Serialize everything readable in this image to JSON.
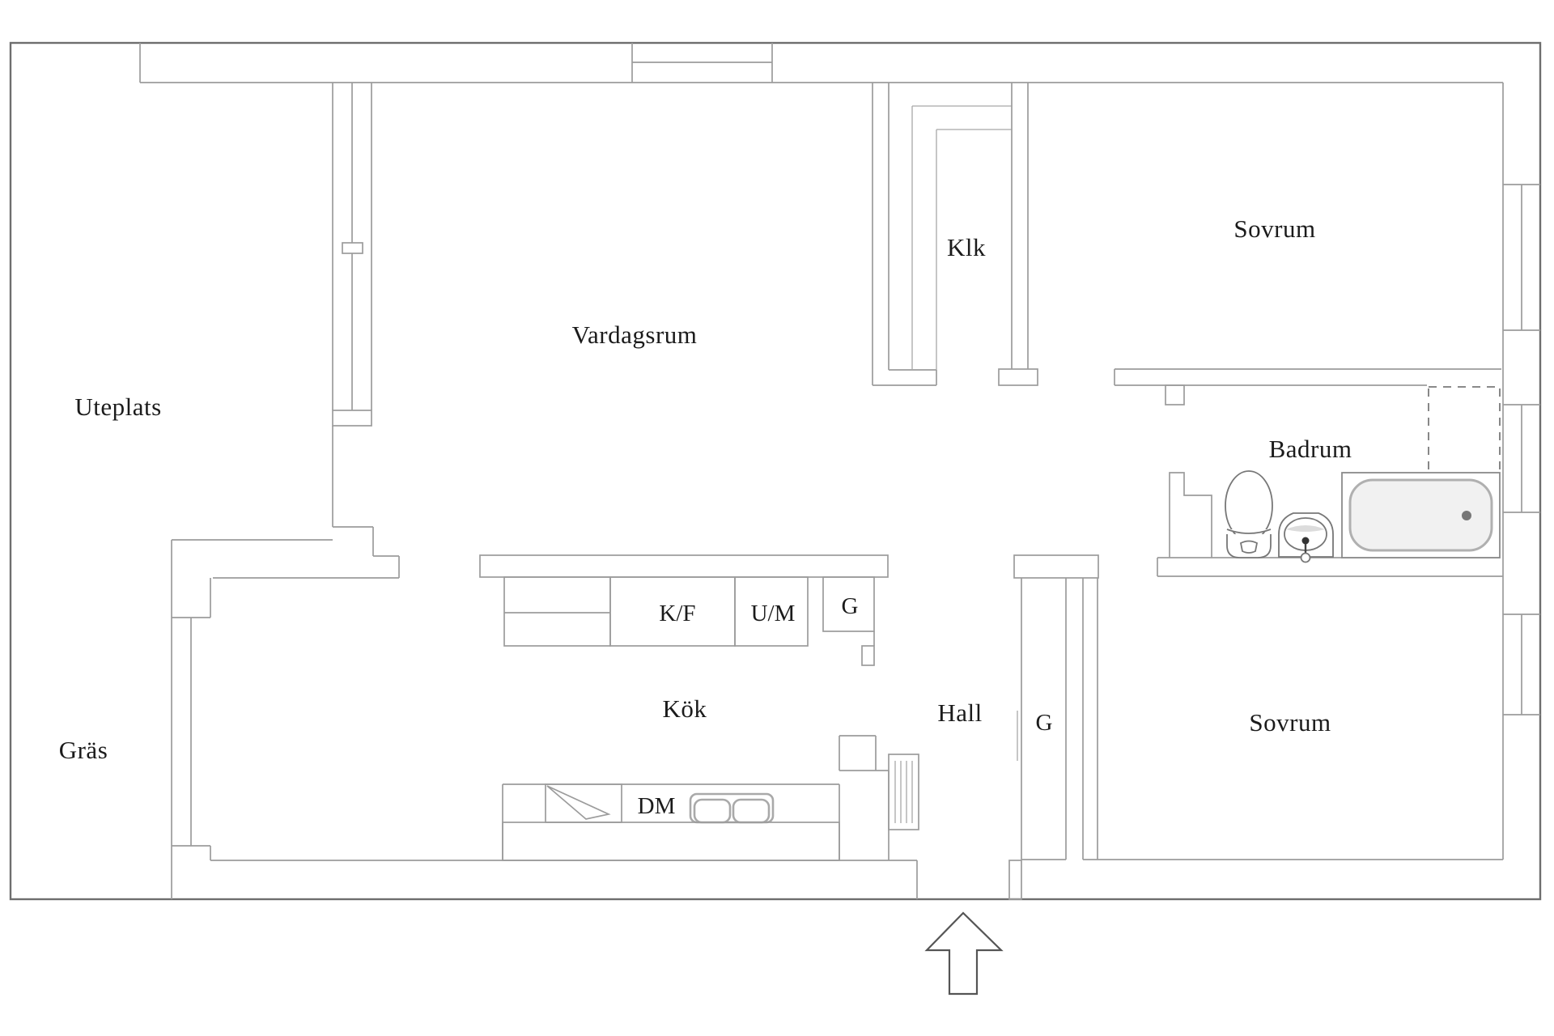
{
  "plan_title": "Apartment floor plan (Swedish labels)",
  "colors": {
    "wall": "#9c9c9c",
    "plot_boundary": "#6e6e6e",
    "text": "#1b1b1b",
    "fixture": "#777777",
    "tub_fill": "#f1f1f1"
  },
  "rooms": {
    "uteplats": {
      "label": "Uteplats"
    },
    "gras": {
      "label": "Gräs"
    },
    "vardagsrum": {
      "label": "Vardagsrum"
    },
    "klk": {
      "label": "Klk"
    },
    "sovrum_top": {
      "label": "Sovrum"
    },
    "badrum": {
      "label": "Badrum"
    },
    "kok": {
      "label": "Kök"
    },
    "hall": {
      "label": "Hall"
    },
    "sovrum_bottom": {
      "label": "Sovrum"
    }
  },
  "fixtures": {
    "fridge_freezer": {
      "label": "K/F"
    },
    "oven_micro": {
      "label": "U/M"
    },
    "wardrobe_kitchen": {
      "label": "G"
    },
    "wardrobe_hall": {
      "label": "G"
    },
    "dishwasher": {
      "label": "DM"
    }
  },
  "icons": [
    "toilet-icon",
    "bathroom-sink-icon",
    "bathtub-icon",
    "kitchen-sink-icon",
    "stove-icon",
    "radiator-icon",
    "entrance-arrow-icon",
    "window-icon",
    "dashed-cabinet-icon"
  ]
}
